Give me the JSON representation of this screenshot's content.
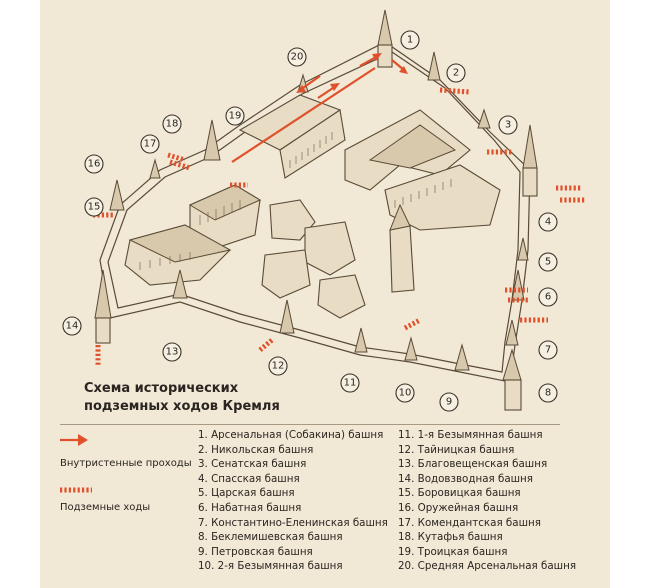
{
  "title_lines": [
    "Схема исторических",
    "подземных ходов Кремля"
  ],
  "legend": {
    "internal_passages": "Внутристенные проходы",
    "underground_passages": "Подземные ходы"
  },
  "colors": {
    "accent": "#e0502a",
    "ink": "#2a2520",
    "paper": "#f1e8d6"
  },
  "towers": [
    "1. Арсенальная (Собакина) башня",
    "2. Никольская башня",
    "3. Сенатская башня",
    "4. Спасская башня",
    "5. Царская башня",
    "6. Набатная башня",
    "7. Константино-Еленинская башня",
    "8. Беклемишевская башня",
    "9. Петровская башня",
    "10. 2-я Безымянная башня",
    "11. 1-я Безымянная башня",
    "12. Тайницкая башня",
    "13. Благовещенская башня",
    "14. Водовзводная башня",
    "15. Боровицкая башня",
    "16. Оружейная башня",
    "17. Комендантская башня",
    "18. Кутафья башня",
    "19. Троицкая башня",
    "20. Средняя Арсенальная башня"
  ],
  "map_numbers": [
    "1",
    "2",
    "3",
    "4",
    "5",
    "6",
    "7",
    "8",
    "9",
    "10",
    "11",
    "12",
    "13",
    "14",
    "15",
    "16",
    "17",
    "18",
    "19",
    "20"
  ]
}
